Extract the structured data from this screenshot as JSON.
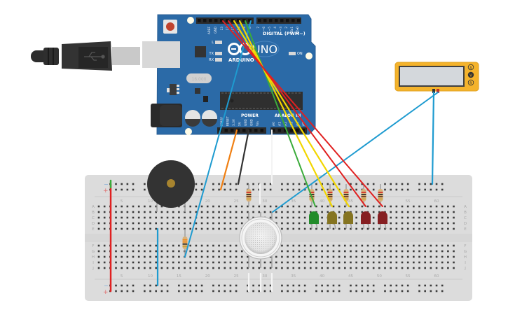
{
  "workspace": {
    "title": "Circuit design canvas"
  },
  "arduino": {
    "brand": "ARDUINO",
    "model": "UNO",
    "digital_header_label": "DIGITAL (PWM~)",
    "power_label": "POWER",
    "analog_label": "ANALOG IN",
    "led_labels": {
      "l": "L",
      "tx": "TX",
      "rx": "RX",
      "on": "ON"
    },
    "digital_pins": [
      "AREF",
      "GND",
      "13",
      "12",
      "~11",
      "~10",
      "~9",
      "8",
      "7",
      "~6",
      "~5",
      "4",
      "~3",
      "2",
      "TX▸1",
      "RX◂0"
    ],
    "power_pins": [
      "IOREF",
      "RESET",
      "3.3V",
      "5V",
      "GND",
      "GND",
      "Vin"
    ],
    "analog_pins": [
      "A0",
      "A1",
      "A2",
      "A3",
      "A4",
      "A5"
    ],
    "crystal_text": "16.000"
  },
  "multimeter": {
    "modes": [
      "A",
      "V",
      "R"
    ],
    "active_mode": "V",
    "reading": ""
  },
  "breadboard": {
    "row_labels_top": [
      "A",
      "B",
      "C",
      "D",
      "E"
    ],
    "row_labels_bottom": [
      "F",
      "G",
      "H",
      "I",
      "J"
    ],
    "column_labels": [
      "5",
      "10",
      "15",
      "20",
      "25",
      "30",
      "35",
      "40",
      "45",
      "50",
      "55",
      "60"
    ],
    "rail_minus": "−",
    "rail_plus": "+"
  },
  "components": {
    "leds": [
      {
        "color_name": "green",
        "color": "#228b2a"
      },
      {
        "color_name": "yellow",
        "color": "#857421"
      },
      {
        "color_name": "yellow",
        "color": "#857421"
      },
      {
        "color_name": "red",
        "color": "#861f22"
      },
      {
        "color_name": "red",
        "color": "#861f22"
      }
    ],
    "buzzer": "piezo",
    "gas_sensor": "gas sensor",
    "resistor_count": 7
  },
  "wire_colors": {
    "red": "#e02020",
    "yellow": "#f2d600",
    "green": "#3aab3a",
    "blue": "#1e9bd0",
    "orange": "#f07f12",
    "black": "#333333",
    "white": "#f4f4f4"
  }
}
